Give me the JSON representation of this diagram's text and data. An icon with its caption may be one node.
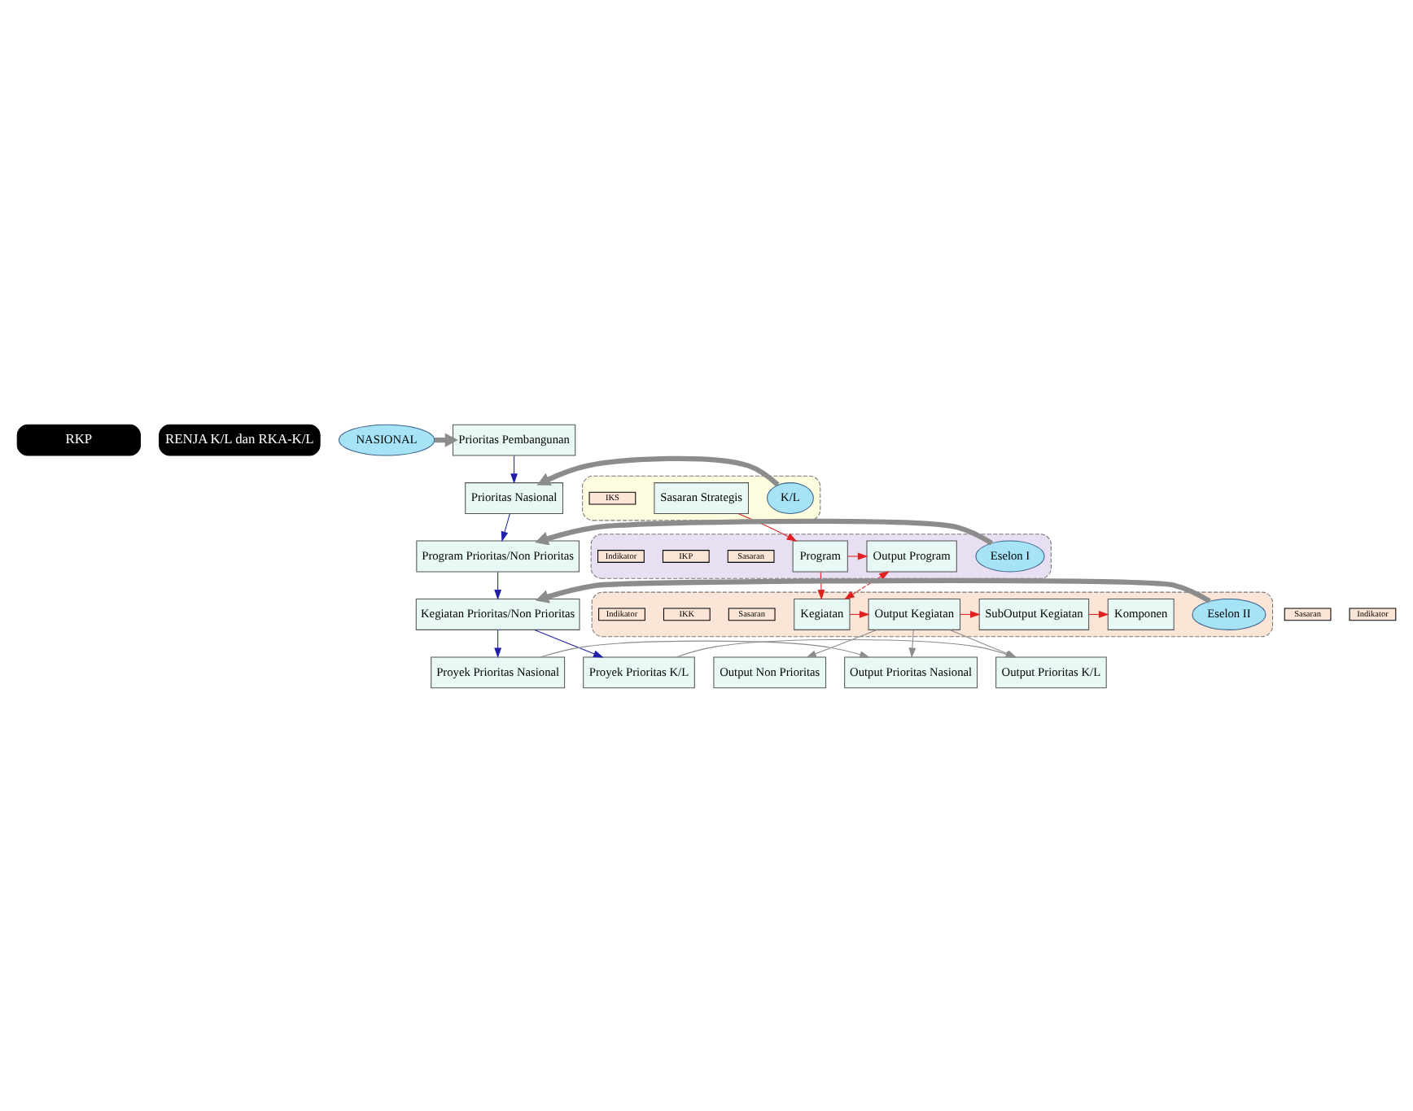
{
  "diagram": {
    "nodes": [
      {
        "text": [
          "RKP"
        ]
      },
      {
        "text": [
          "RENJA K/L dan RKA-K/L"
        ]
      },
      {
        "text": [
          "Prioritas Pembangunan"
        ]
      },
      {
        "text": [
          "Prioritas Nasional"
        ]
      },
      {
        "text": [
          "Program Prioritas/Non Prioritas"
        ]
      },
      {
        "text": [
          "Kegiatan Prioritas/Non Prioritas"
        ]
      },
      {
        "text": [
          "Sasaran"
        ]
      },
      {
        "text": [
          "Indikator"
        ]
      },
      {
        "text": [
          "NASIONAL"
        ]
      },
      {
        "text": [],
        "shape": "box"
      },
      {
        "text": [
          "K/L"
        ],
        "in": 9
      },
      {
        "text": [
          "Sasaran Strategis"
        ],
        "in": 9
      },
      {
        "text": [
          "IKS"
        ],
        "in": 9
      },
      {
        "text": [],
        "shape": "box"
      },
      {
        "text": [
          "Eselon I"
        ],
        "in": 13
      },
      {
        "text": [
          "Program"
        ],
        "in": 13
      },
      {
        "text": [
          "Sasaran"
        ],
        "in": 13
      },
      {
        "text": [
          "IKP"
        ],
        "in": 13
      },
      {
        "text": [
          "Output Program"
        ],
        "in": 13
      },
      {
        "text": [
          "Indikator"
        ],
        "in": 13
      },
      {
        "text": [],
        "shape": "box"
      },
      {
        "text": [
          "Eselon II"
        ],
        "in": 20
      },
      {
        "text": [
          "Kegiatan"
        ],
        "in": 20
      },
      {
        "text": [
          "Sasaran"
        ],
        "in": 20
      },
      {
        "text": [
          "IKK"
        ],
        "in": 20
      },
      {
        "text": [
          "Output Kegiatan"
        ],
        "in": 20
      },
      {
        "text": [
          "Indikator"
        ],
        "in": 20
      },
      {
        "text": [
          "SubOutput Kegiatan"
        ],
        "in": 20
      },
      {
        "text": [
          "Komponen"
        ],
        "in": 20
      },
      {
        "text": [
          "Proyek Prioritas Nasional"
        ]
      },
      {
        "text": [
          "Proyek Prioritas K/L"
        ]
      },
      {
        "text": [
          "Output Prioritas Nasional"
        ]
      },
      {
        "text": [
          "Output Prioritas K/L"
        ]
      },
      {
        "text": [
          "Output Non Prioritas"
        ]
      }
    ],
    "edges": [
      {
        "from": 8,
        "to": 2,
        "arrow": "to",
        "style": "thick",
        "color": "#8c8c8c"
      },
      {
        "from": 10,
        "to": 3,
        "arrow": "to",
        "style": "thick",
        "color": "#8c8c8c"
      },
      {
        "from": 14,
        "to": 4,
        "arrow": "to",
        "style": "thick",
        "color": "#8c8c8c"
      },
      {
        "from": 21,
        "to": 5,
        "arrow": "to",
        "style": "thick",
        "color": "#8c8c8c"
      },
      {
        "from": 2,
        "to": 3,
        "arrow": "to",
        "color": "#1f1fa8"
      },
      {
        "from": 3,
        "to": 4,
        "arrow": "to",
        "color": "#1f1fa8"
      },
      {
        "from": 4,
        "to": 5,
        "arrow": "to",
        "color": "#1f1fa8"
      },
      {
        "from": 5,
        "to": 29,
        "arrow": "to",
        "color": "#1f1fa8"
      },
      {
        "from": 5,
        "to": 30,
        "arrow": "to",
        "color": "#1f1fa8"
      },
      {
        "from": 11,
        "to": 15,
        "arrow": "to",
        "color": "#e02020"
      },
      {
        "from": 15,
        "to": 18,
        "arrow": "to",
        "color": "#e02020"
      },
      {
        "from": 15,
        "to": 22,
        "arrow": "to",
        "color": "#e02020"
      },
      {
        "from": 18,
        "to": 22,
        "arrow": "both",
        "style": "dashed",
        "color": "#e02020"
      },
      {
        "from": 22,
        "to": 25,
        "arrow": "to",
        "color": "#e02020"
      },
      {
        "from": 25,
        "to": 27,
        "arrow": "to",
        "color": "#e02020"
      },
      {
        "from": 27,
        "to": 28,
        "arrow": "to",
        "color": "#e02020"
      },
      {
        "from": 29,
        "to": 31,
        "arrow": "to",
        "color": "#8c8c8c"
      },
      {
        "from": 30,
        "to": 32,
        "arrow": "to",
        "color": "#8c8c8c"
      },
      {
        "from": 25,
        "to": 31,
        "arrow": "to",
        "color": "#8c8c8c"
      },
      {
        "from": 25,
        "to": 32,
        "arrow": "to",
        "color": "#8c8c8c"
      },
      {
        "from": 25,
        "to": 33,
        "arrow": "to",
        "color": "#8c8c8c"
      }
    ]
  }
}
